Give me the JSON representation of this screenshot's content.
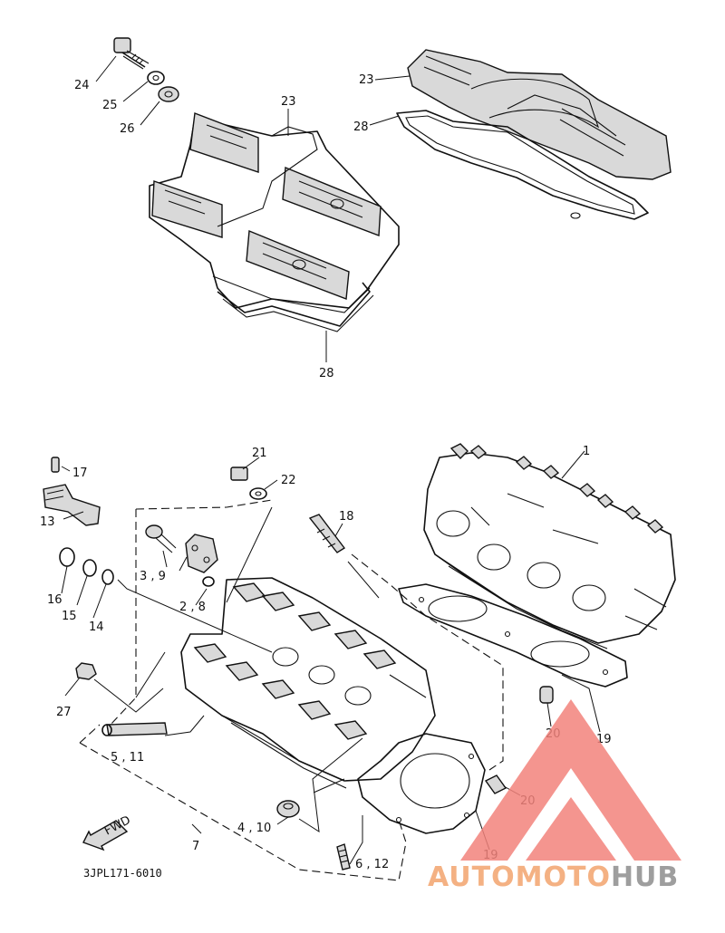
{
  "diagram_code": "3JPL171-6010",
  "fwd_label": "FWD",
  "watermark": {
    "prefix": "AUTOMOTO",
    "suffix": "HUB",
    "prefix_color": "#f4b183",
    "suffix_color": "#9e9e9e",
    "logo_color": "#f2837b"
  },
  "callouts": [
    {
      "id": "c24",
      "text": "24"
    },
    {
      "id": "c25",
      "text": "25"
    },
    {
      "id": "c26",
      "text": "26"
    },
    {
      "id": "c23a",
      "text": "23"
    },
    {
      "id": "c23b",
      "text": "23"
    },
    {
      "id": "c28a",
      "text": "28"
    },
    {
      "id": "c28b",
      "text": "28"
    },
    {
      "id": "c1",
      "text": "1"
    },
    {
      "id": "c21",
      "text": "21"
    },
    {
      "id": "c22",
      "text": "22"
    },
    {
      "id": "c17",
      "text": "17"
    },
    {
      "id": "c13",
      "text": "13"
    },
    {
      "id": "c18",
      "text": "18"
    },
    {
      "id": "c39",
      "text": "3 , 9"
    },
    {
      "id": "c28s",
      "text": "2 , 8"
    },
    {
      "id": "c16",
      "text": "16"
    },
    {
      "id": "c15",
      "text": "15"
    },
    {
      "id": "c14",
      "text": "14"
    },
    {
      "id": "c27",
      "text": "27"
    },
    {
      "id": "c511",
      "text": "5 , 11"
    },
    {
      "id": "c410",
      "text": "4 , 10"
    },
    {
      "id": "c7",
      "text": "7"
    },
    {
      "id": "c612",
      "text": "6 , 12"
    },
    {
      "id": "c19a",
      "text": "19"
    },
    {
      "id": "c19b",
      "text": "19"
    },
    {
      "id": "c20a",
      "text": "20"
    },
    {
      "id": "c20b",
      "text": "20"
    }
  ]
}
